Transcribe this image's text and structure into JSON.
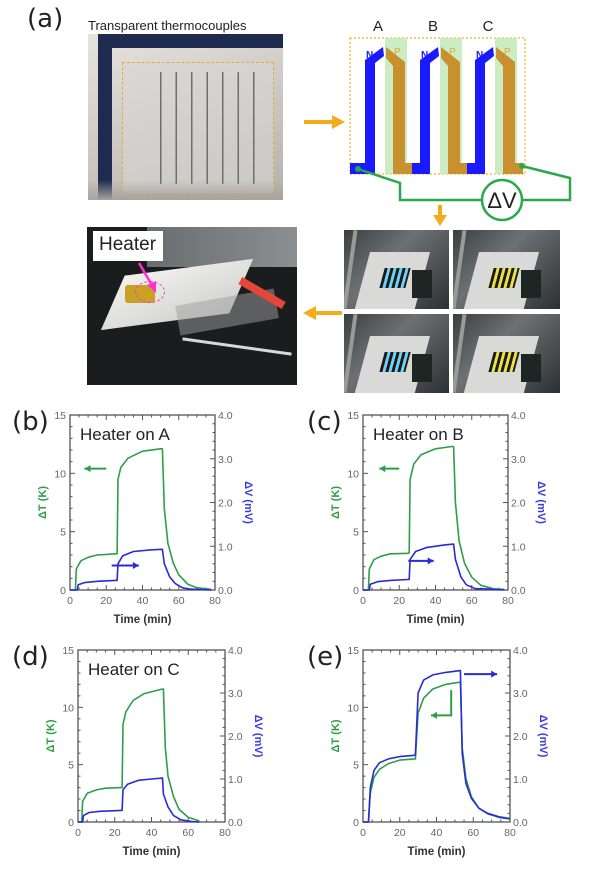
{
  "panel_a": {
    "label": "(a)",
    "photo_caption": "Transparent thermocouples",
    "schematic": {
      "columns": [
        "A",
        "B",
        "C"
      ],
      "n_label": "N",
      "p_label": "P",
      "voltmeter": "ΔV"
    },
    "heater_label": "Heater",
    "colors": {
      "n_type": "#1a1aff",
      "p_type": "#c8902e",
      "wire": "#2aa84a",
      "arrow": "#f2ac1c",
      "highlight": "#ff33cc"
    }
  },
  "chart_data": [
    {
      "type": "line",
      "panel_label": "(b)",
      "title": "Heater on A",
      "xlabel": "Time (min)",
      "ylabel": "ΔT (K)",
      "y2label": "ΔV (mV)",
      "xlim": [
        0,
        80
      ],
      "ylim": [
        0,
        15
      ],
      "y2lim": [
        0,
        4
      ],
      "xticks": [
        "0",
        "20",
        "40",
        "60",
        "80"
      ],
      "yticks": [
        "0",
        "5",
        "10",
        "15"
      ],
      "y2ticks": [
        "0.0",
        "1.0",
        "2.0",
        "3.0",
        "4.0"
      ],
      "series": [
        {
          "name": "ΔT",
          "axis": "left",
          "color": "#2e9e48",
          "points": [
            [
              0,
              0
            ],
            [
              3,
              0
            ],
            [
              3.5,
              1.8
            ],
            [
              6,
              2.5
            ],
            [
              10,
              2.8
            ],
            [
              15,
              3.0
            ],
            [
              25,
              3.1
            ],
            [
              26,
              3.1
            ],
            [
              26.5,
              9.5
            ],
            [
              28,
              10.5
            ],
            [
              32,
              11.3
            ],
            [
              40,
              11.9
            ],
            [
              50,
              12.1
            ],
            [
              51,
              12.1
            ],
            [
              52,
              7
            ],
            [
              54,
              4
            ],
            [
              57,
              2.3
            ],
            [
              60,
              1.3
            ],
            [
              65,
              0.5
            ],
            [
              70,
              0.2
            ],
            [
              78,
              0.05
            ]
          ]
        },
        {
          "name": "ΔV",
          "axis": "right",
          "color": "#2a2ad8",
          "points": [
            [
              0,
              0
            ],
            [
              4,
              0
            ],
            [
              4.5,
              0.12
            ],
            [
              8,
              0.17
            ],
            [
              15,
              0.2
            ],
            [
              25,
              0.22
            ],
            [
              26,
              0.22
            ],
            [
              26.5,
              0.6
            ],
            [
              29,
              0.78
            ],
            [
              35,
              0.88
            ],
            [
              45,
              0.92
            ],
            [
              51,
              0.93
            ],
            [
              52,
              0.6
            ],
            [
              55,
              0.3
            ],
            [
              58,
              0.15
            ],
            [
              62,
              0.05
            ],
            [
              66,
              0.02
            ],
            [
              78,
              0
            ]
          ]
        }
      ],
      "annotations": [
        {
          "series": "ΔT",
          "direction": "left",
          "from": [
            20,
            10.4
          ],
          "to": [
            8,
            10.4
          ]
        },
        {
          "series": "ΔV",
          "direction": "right",
          "from": [
            23,
            2.1
          ],
          "to": [
            38,
            2.1
          ]
        }
      ]
    },
    {
      "type": "line",
      "panel_label": "(c)",
      "title": "Heater on B",
      "xlabel": "Time (min)",
      "ylabel": "ΔT (K)",
      "y2label": "ΔV (mV)",
      "xlim": [
        0,
        80
      ],
      "ylim": [
        0,
        15
      ],
      "y2lim": [
        0,
        4
      ],
      "xticks": [
        "0",
        "20",
        "40",
        "60",
        "80"
      ],
      "yticks": [
        "0",
        "5",
        "10",
        "15"
      ],
      "y2ticks": [
        "0.0",
        "1.0",
        "2.0",
        "3.0",
        "4.0"
      ],
      "series": [
        {
          "name": "ΔT",
          "axis": "left",
          "color": "#2e9e48",
          "points": [
            [
              0,
              0
            ],
            [
              3,
              0
            ],
            [
              3.5,
              1.8
            ],
            [
              6,
              2.6
            ],
            [
              10,
              2.9
            ],
            [
              15,
              3.1
            ],
            [
              25,
              3.15
            ],
            [
              25.5,
              3.2
            ],
            [
              26,
              9.5
            ],
            [
              28,
              10.8
            ],
            [
              32,
              11.6
            ],
            [
              40,
              12.1
            ],
            [
              49,
              12.3
            ],
            [
              50,
              12.3
            ],
            [
              51,
              7.5
            ],
            [
              53,
              4.2
            ],
            [
              56,
              2.3
            ],
            [
              60,
              1.1
            ],
            [
              65,
              0.4
            ],
            [
              72,
              0.1
            ],
            [
              78,
              0.05
            ]
          ]
        },
        {
          "name": "ΔV",
          "axis": "right",
          "color": "#2a2ad8",
          "points": [
            [
              0,
              0
            ],
            [
              3.5,
              0
            ],
            [
              4,
              0.13
            ],
            [
              8,
              0.19
            ],
            [
              15,
              0.22
            ],
            [
              25,
              0.24
            ],
            [
              25.5,
              0.24
            ],
            [
              26,
              0.7
            ],
            [
              29,
              0.88
            ],
            [
              35,
              0.97
            ],
            [
              45,
              1.03
            ],
            [
              50,
              1.05
            ],
            [
              51,
              0.7
            ],
            [
              54,
              0.3
            ],
            [
              57,
              0.12
            ],
            [
              62,
              0.03
            ],
            [
              70,
              0.02
            ],
            [
              78,
              0
            ]
          ]
        }
      ],
      "annotations": [
        {
          "series": "ΔT",
          "direction": "left",
          "from": [
            20,
            10.4
          ],
          "to": [
            9,
            10.4
          ]
        },
        {
          "series": "ΔV",
          "direction": "right",
          "from": [
            25,
            2.5
          ],
          "to": [
            39,
            2.5
          ]
        }
      ]
    },
    {
      "type": "line",
      "panel_label": "(d)",
      "title": "Heater on C",
      "xlabel": "Time (min)",
      "ylabel": "ΔT (K)",
      "y2label": "ΔV (mV)",
      "xlim": [
        0,
        80
      ],
      "ylim": [
        0,
        15
      ],
      "y2lim": [
        0,
        4
      ],
      "xticks": [
        "0",
        "20",
        "40",
        "60",
        "80"
      ],
      "yticks": [
        "0",
        "5",
        "10",
        "15"
      ],
      "y2ticks": [
        "0.0",
        "1.0",
        "2.0",
        "3.0",
        "4.0"
      ],
      "series": [
        {
          "name": "ΔT",
          "axis": "left",
          "color": "#2e9e48",
          "points": [
            [
              0,
              0
            ],
            [
              2,
              0
            ],
            [
              2.5,
              1.8
            ],
            [
              5,
              2.5
            ],
            [
              10,
              2.8
            ],
            [
              15,
              2.95
            ],
            [
              23.5,
              3.0
            ],
            [
              24,
              3.0
            ],
            [
              24.5,
              8.5
            ],
            [
              26,
              9.6
            ],
            [
              30,
              10.6
            ],
            [
              36,
              11.2
            ],
            [
              46,
              11.6
            ],
            [
              46.5,
              11.6
            ],
            [
              47.5,
              6.5
            ],
            [
              49,
              4
            ],
            [
              52,
              2.2
            ],
            [
              55,
              1.1
            ],
            [
              60,
              0.4
            ],
            [
              66,
              0.1
            ]
          ]
        },
        {
          "name": "ΔV",
          "axis": "right",
          "color": "#2a2ad8",
          "points": [
            [
              0,
              0
            ],
            [
              2.5,
              0
            ],
            [
              3,
              0.15
            ],
            [
              6,
              0.22
            ],
            [
              12,
              0.25
            ],
            [
              23.5,
              0.27
            ],
            [
              24,
              0.27
            ],
            [
              24.5,
              0.75
            ],
            [
              27,
              0.88
            ],
            [
              33,
              0.97
            ],
            [
              40,
              1.0
            ],
            [
              46,
              1.02
            ],
            [
              46.5,
              0.65
            ],
            [
              49,
              0.35
            ],
            [
              52,
              0.15
            ],
            [
              56,
              0.05
            ],
            [
              62,
              0.01
            ],
            [
              66,
              0
            ]
          ]
        }
      ],
      "annotations": []
    },
    {
      "type": "line",
      "panel_label": "(e)",
      "title": "",
      "xlabel": "Time (min)",
      "ylabel": "ΔT (K)",
      "y2label": "ΔV (mV)",
      "xlim": [
        0,
        80
      ],
      "ylim": [
        0,
        15
      ],
      "y2lim": [
        0,
        4
      ],
      "xticks": [
        "0",
        "20",
        "40",
        "60",
        "80"
      ],
      "yticks": [
        "0",
        "5",
        "10",
        "15"
      ],
      "y2ticks": [
        "0.0",
        "1.0",
        "2.0",
        "3.0",
        "4.0"
      ],
      "series": [
        {
          "name": "ΔT",
          "axis": "left",
          "color": "#2e9e48",
          "points": [
            [
              0,
              0
            ],
            [
              3,
              0
            ],
            [
              4,
              2.5
            ],
            [
              6,
              3.9
            ],
            [
              9,
              4.6
            ],
            [
              14,
              5.1
            ],
            [
              20,
              5.4
            ],
            [
              28,
              5.5
            ],
            [
              28.5,
              5.5
            ],
            [
              30,
              9.5
            ],
            [
              33,
              10.8
            ],
            [
              38,
              11.6
            ],
            [
              45,
              12.0
            ],
            [
              53,
              12.2
            ],
            [
              54,
              6.5
            ],
            [
              56,
              3.8
            ],
            [
              59,
              2.2
            ],
            [
              63,
              1.2
            ],
            [
              68,
              0.7
            ],
            [
              74,
              0.4
            ],
            [
              80,
              0.25
            ]
          ]
        },
        {
          "name": "ΔV",
          "axis": "right",
          "color": "#2a2ad8",
          "points": [
            [
              0,
              0
            ],
            [
              3,
              0
            ],
            [
              4,
              0.8
            ],
            [
              6,
              1.2
            ],
            [
              9,
              1.38
            ],
            [
              14,
              1.47
            ],
            [
              20,
              1.52
            ],
            [
              28,
              1.55
            ],
            [
              28.5,
              1.56
            ],
            [
              30,
              3.0
            ],
            [
              33,
              3.3
            ],
            [
              38,
              3.42
            ],
            [
              45,
              3.48
            ],
            [
              53,
              3.52
            ],
            [
              54,
              1.6
            ],
            [
              56,
              0.9
            ],
            [
              59,
              0.55
            ],
            [
              63,
              0.32
            ],
            [
              68,
              0.2
            ],
            [
              74,
              0.12
            ],
            [
              80,
              0.08
            ]
          ]
        }
      ],
      "annotations": [
        {
          "series": "ΔV",
          "direction": "right",
          "from": [
            55,
            12.9
          ],
          "to": [
            73,
            12.9
          ]
        },
        {
          "series": "ΔT",
          "direction": "left",
          "from": [
            48,
            11.5
          ],
          "corner": [
            48,
            9.3
          ],
          "to": [
            37,
            9.3
          ]
        }
      ]
    }
  ]
}
